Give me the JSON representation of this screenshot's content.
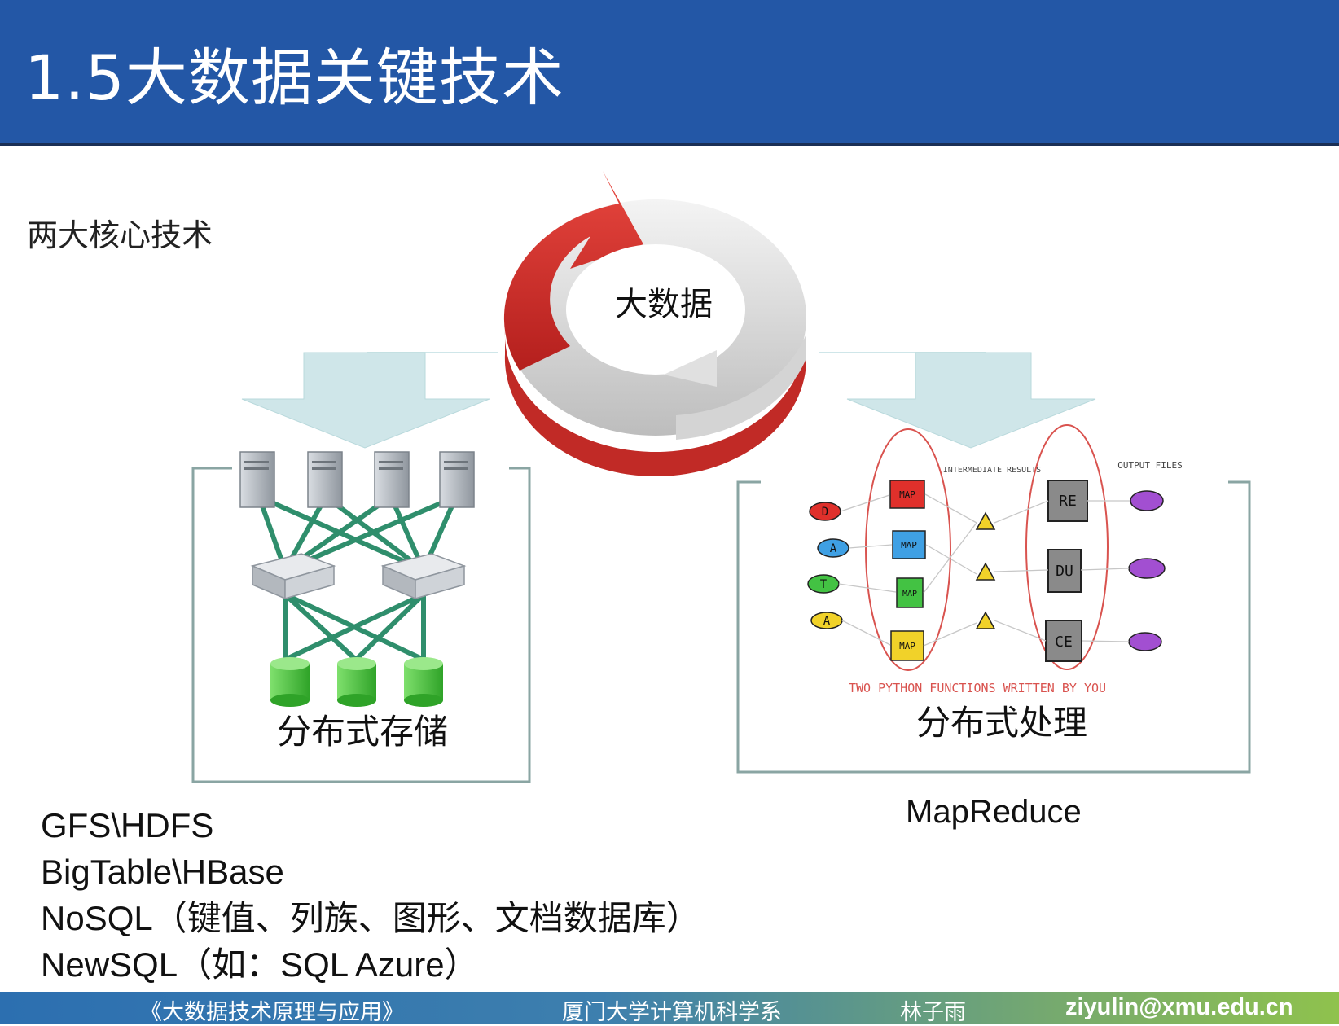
{
  "header": {
    "title": "1.5大数据关键技术"
  },
  "subtitle": "两大核心技术",
  "center": {
    "label": "大数据"
  },
  "left_box": {
    "label": "分布式存储"
  },
  "right_box": {
    "label": "分布式处理",
    "diagram": {
      "intermediate_label": "INTERMEDIATE RESULTS",
      "output_label": "OUTPUT FILES",
      "bottom_label": "TWO PYTHON FUNCTIONS WRITTEN BY YOU",
      "inputs": [
        "D",
        "A",
        "T",
        "A"
      ],
      "map_label": "MAP",
      "reduce": [
        "RE",
        "DU",
        "CE"
      ]
    }
  },
  "storage_list": [
    "GFS\\HDFS",
    "BigTable\\HBase",
    "NoSQL（键值、列族、图形、文档数据库）",
    "NewSQL（如：SQL Azure）"
  ],
  "processing_label": "MapReduce",
  "footer": {
    "book": "《大数据技术原理与应用》",
    "dept": "厦门大学计算机科学系",
    "author": "林子雨",
    "email": "ziyulin@xmu.edu.cn"
  },
  "colors": {
    "header_bg": "#2357a6",
    "arrow_fill": "#cfe6e9",
    "ring_red": "#d8302e",
    "ring_grey": "#d9d9d9",
    "frame": "#8aa5a3",
    "server_link": "#2f8e6c",
    "disk": "#44c23a",
    "sketch_red": "#d9534f"
  }
}
